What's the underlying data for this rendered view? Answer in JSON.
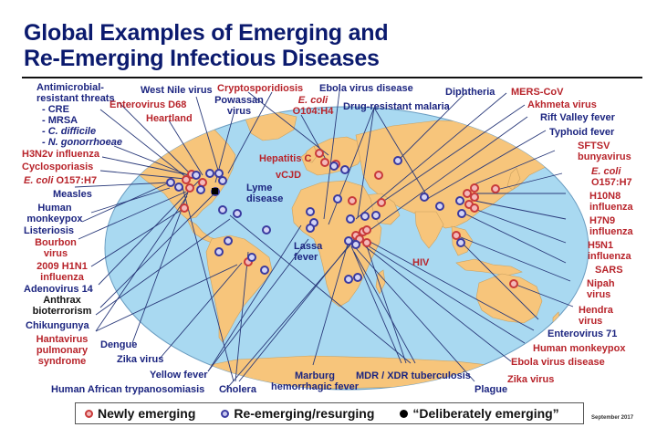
{
  "title": {
    "line1": "Global Examples of Emerging and",
    "line2": "Re-Emerging Infectious Diseases"
  },
  "colors": {
    "title": "#0b1a6e",
    "ocean": "#a9d9f1",
    "land": "#f7c57b",
    "newly_emerging": "#c83a3a",
    "re_emerging": "#3a3aa0",
    "deliberately_emerging": "#000000",
    "leader_line": "#2a3a7a"
  },
  "labels": {
    "antimicrobial": {
      "line1": "Antimicrobial-",
      "line2": "resistant threats",
      "items": [
        "- CRE",
        "- MRSA",
        "- C. difficile",
        "- N. gonorrhoeae"
      ]
    },
    "west_nile": "West Nile virus",
    "enterovirus_d68": "Enterovirus D68",
    "heartland": "Heartland",
    "cryptosporidiosis": "Cryptosporidiosis",
    "powassan": {
      "line1": "Powassan",
      "line2": "virus"
    },
    "ecoli_o104": {
      "line1": "E. coli",
      "line2": "O104:H4"
    },
    "ebola_top": "Ebola virus disease",
    "drug_malaria": "Drug-resistant malaria",
    "diphtheria": "Diphtheria",
    "mers": "MERS-CoV",
    "akhmeta": "Akhmeta virus",
    "rift_valley": "Rift Valley fever",
    "typhoid": "Typhoid fever",
    "sftsv": {
      "line1": "SFTSV",
      "line2": "bunyavirus"
    },
    "ecoli_o157_right": {
      "line1": "E. coli",
      "line2": "O157:H7"
    },
    "h10n8": {
      "line1": "H10N8",
      "line2": "influenza"
    },
    "h7n9": {
      "line1": "H7N9",
      "line2": "influenza"
    },
    "h5n1": {
      "line1": "H5N1",
      "line2": "influenza"
    },
    "sars": "SARS",
    "nipah": {
      "line1": "Nipah",
      "line2": "virus"
    },
    "hendra": {
      "line1": "Hendra",
      "line2": "virus"
    },
    "enterovirus_71": "Enterovirus 71",
    "human_monkeypox_right": "Human monkeypox",
    "ebola_bottom": "Ebola virus disease",
    "zika_right": "Zika virus",
    "plague": "Plague",
    "mdr_xdr_tb": "MDR / XDR tuberculosis",
    "marburg": {
      "line1": "Marburg",
      "line2": "hemorrhagic fever"
    },
    "cholera": "Cholera",
    "human_african": "Human African trypanosomiasis",
    "yellow_fever": "Yellow fever",
    "zika_left": "Zika virus",
    "dengue": "Dengue",
    "hantavirus": {
      "line1": "Hantavirus",
      "line2": "pulmonary",
      "line3": "syndrome"
    },
    "chikungunya": "Chikungunya",
    "anthrax": {
      "line1": "Anthrax",
      "line2": "bioterrorism"
    },
    "adenovirus_14": "Adenovirus 14",
    "h1n1_2009": {
      "line1": "2009 H1N1",
      "line2": "influenza"
    },
    "bourbon": {
      "line1": "Bourbon",
      "line2": "virus"
    },
    "listeriosis": "Listeriosis",
    "human_monkeypox_left": {
      "line1": "Human",
      "line2": "monkeypox"
    },
    "measles": "Measles",
    "ecoli_o157_left": {
      "italic": "E. coli",
      "rest": " O157:H7"
    },
    "cyclosporiasis": "Cyclosporiasis",
    "h3n2v": "H3N2v influenza",
    "hepatitis_c": "Hepatitis C",
    "vcjd": "vCJD",
    "lyme": {
      "line1": "Lyme",
      "line2": "disease"
    },
    "lassa": {
      "line1": "Lassa",
      "line2": "fever"
    },
    "hiv": "HIV"
  },
  "legend": {
    "newly": "Newly emerging",
    "re": "Re-emerging/resurging",
    "deliberately": "“Deliberately emerging”"
  },
  "date": "September 2017"
}
